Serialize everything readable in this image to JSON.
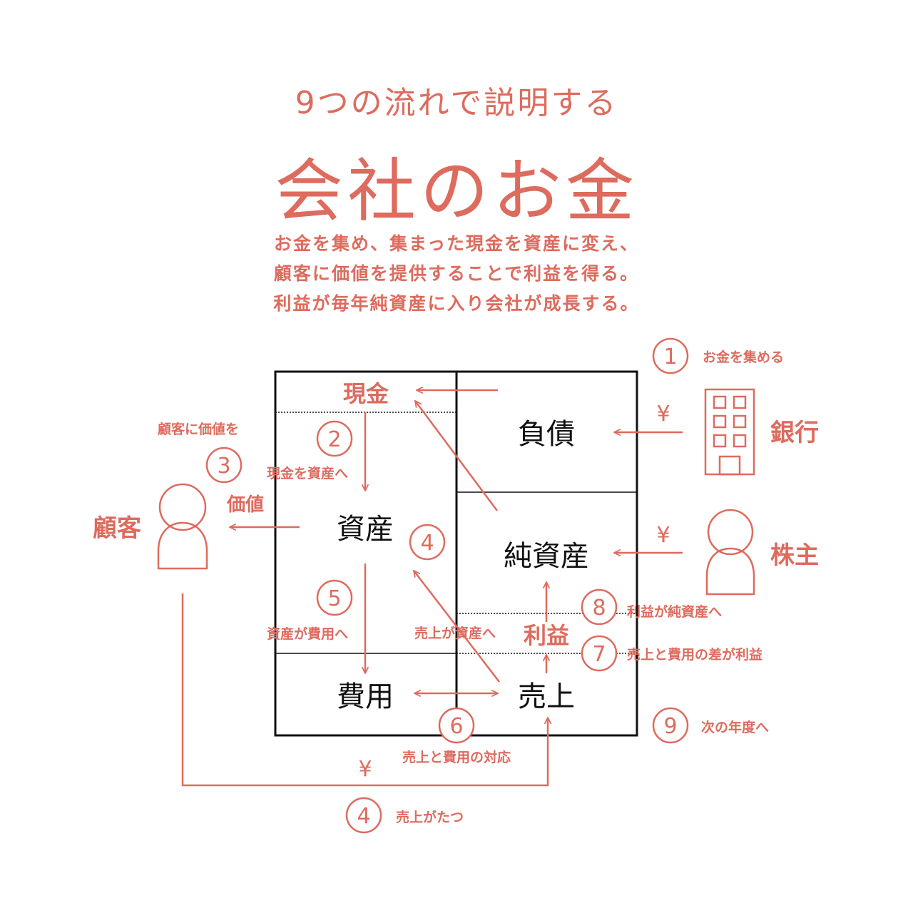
{
  "header": {
    "subtitle": "9つの流れで説明する",
    "title": "会社のお金",
    "description": [
      "お金を集め、集まった現金を資産に変え、",
      "顧客に価値を提供することで利益を得る。",
      "利益が毎年純資産に入り会社が成長する。"
    ]
  },
  "colors": {
    "accent": "#dd6b5e",
    "ink": "#111111"
  },
  "sheet": {
    "cash": "現金",
    "assets": "資産",
    "expenses": "費用",
    "liabilities": "負債",
    "net_assets": "純資産",
    "profit": "利益",
    "sales": "売上"
  },
  "actors": {
    "bank": "銀行",
    "shareholders": "株主",
    "customer": "顧客",
    "yen": "¥",
    "value": "価値",
    "bank_icon": "building-icon",
    "person_icon": "person-icon"
  },
  "steps": [
    {
      "num": "1",
      "label": "お金を集める"
    },
    {
      "num": "2",
      "label": "現金を資産へ"
    },
    {
      "num": "3",
      "label": "顧客に価値を"
    },
    {
      "num": "4",
      "label": "売上が資産へ"
    },
    {
      "num": "5",
      "label": "資産が費用へ"
    },
    {
      "num": "6",
      "label": "売上と費用の対応"
    },
    {
      "num": "7",
      "label": "売上と費用の差が利益"
    },
    {
      "num": "8",
      "label": "利益が純資産へ"
    },
    {
      "num": "9",
      "label": "次の年度へ"
    },
    {
      "num": "4",
      "label": "売上がたつ"
    }
  ]
}
